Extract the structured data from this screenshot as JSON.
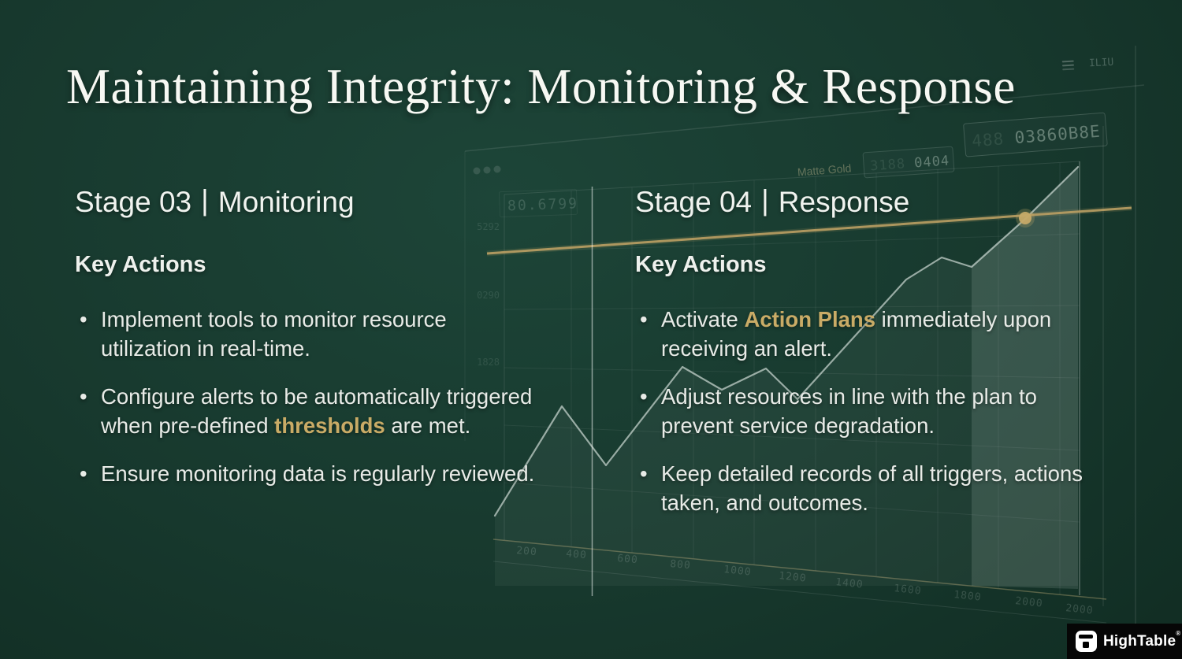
{
  "slide": {
    "title": "Maintaining Integrity: Monitoring & Response",
    "columns": [
      {
        "stage": "Stage 03",
        "pipe": "|",
        "name": "Monitoring",
        "section_heading": "Key Actions",
        "bullets": [
          [
            {
              "text": "Implement tools to monitor resource utilization in real-time."
            }
          ],
          [
            {
              "text": "Configure alerts to be automatically triggered when pre-defined "
            },
            {
              "text": "thresholds",
              "gold": true
            },
            {
              "text": " are met."
            }
          ],
          [
            {
              "text": "Ensure monitoring data is regularly reviewed."
            }
          ]
        ]
      },
      {
        "stage": "Stage 04",
        "pipe": "|",
        "name": "Response",
        "section_heading": "Key Actions",
        "bullets": [
          [
            {
              "text": "Activate "
            },
            {
              "text": "Action Plans",
              "gold": true
            },
            {
              "text": " immediately upon receiving an alert."
            }
          ],
          [
            {
              "text": "Adjust resources in line with the plan to prevent service degradation."
            }
          ],
          [
            {
              "text": "Keep detailed records of all triggers, actions taken, and outcomes."
            }
          ]
        ]
      }
    ]
  },
  "colors": {
    "background": "#16382d",
    "gold_accent": "#c9ab66",
    "text": "#e8ebe7",
    "trend_line_gold": "#ba9f63"
  },
  "background_dashboard": {
    "readout_main": "80.6799",
    "material_label": "Matte Gold",
    "display_small": {
      "dim": "3188",
      "bright": "0404"
    },
    "display_large": {
      "dim": "488",
      "bright": "03860B8E"
    },
    "menu_glyph_text": "ILIU",
    "x_labels": [
      "200",
      "400",
      "600",
      "800",
      "1000",
      "1200",
      "1400",
      "1600",
      "1800",
      "2000",
      "2000"
    ],
    "y_labels": [
      "5292",
      "0290",
      "1828"
    ]
  },
  "logo": {
    "text": "HighTable",
    "mark": "®"
  }
}
